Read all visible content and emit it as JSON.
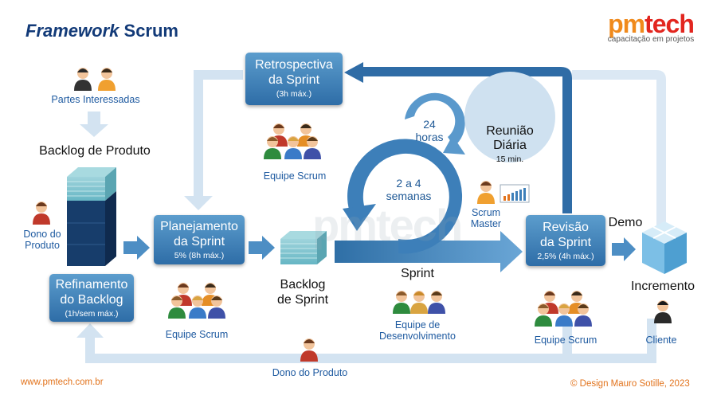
{
  "header": {
    "title_italic": "Framework",
    "title_rest": "Scrum"
  },
  "logo": {
    "brand_pm": "pm",
    "brand_tech": "tech",
    "tagline": "capacitação em projetos"
  },
  "watermark": "pmtech",
  "stakeholders": {
    "label": "Partes Interessadas"
  },
  "product_backlog": {
    "label": "Backlog de Produto"
  },
  "product_owner_left": {
    "label_line1": "Dono do",
    "label_line2": "Produto"
  },
  "refinement": {
    "title_line1": "Refinamento",
    "title_line2": "do Backlog",
    "sub": "(1h/sem máx.)"
  },
  "planning": {
    "title_line1": "Planejamento",
    "title_line2": "da Sprint",
    "sub": "5% (8h máx.)"
  },
  "team_planning": {
    "label": "Equipe Scrum"
  },
  "retrospective": {
    "title_line1": "Retrospectiva",
    "title_line2": "da Sprint",
    "sub": "(3h máx.)"
  },
  "team_retro": {
    "label": "Equipe Scrum"
  },
  "sprint_backlog": {
    "label_line1": "Backlog",
    "label_line2": "de Sprint"
  },
  "cycle": {
    "daily_line1": "24",
    "daily_line2": "horas",
    "sprint_line1": "2 a 4",
    "sprint_line2": "semanas"
  },
  "daily": {
    "title_line1": "Reunião",
    "title_line2": "Diária",
    "sub": "15 min."
  },
  "scrum_master": {
    "label_line1": "Scrum",
    "label_line2": "Master"
  },
  "sprint": {
    "label": "Sprint"
  },
  "dev_team": {
    "label_line1": "Equipe de",
    "label_line2": "Desenvolvimento"
  },
  "review": {
    "title_line1": "Revisão",
    "title_line2": "da Sprint",
    "sub": "2,5% (4h máx.)"
  },
  "team_review": {
    "label": "Equipe Scrum"
  },
  "demo": {
    "label": "Demo"
  },
  "increment": {
    "label": "Incremento"
  },
  "client": {
    "label": "Cliente"
  },
  "product_owner_bottom": {
    "label": "Dono do Produto"
  },
  "footer": {
    "website": "www.pmtech.com.br",
    "credit": "© Design Mauro Sotille, 2023"
  },
  "colors": {
    "accent_blue": "#2e6da7",
    "light_arrow": "#d3e3f1",
    "flow_arrow": "#4d8ec4",
    "title": "#123a78",
    "orange": "#e2731c"
  }
}
